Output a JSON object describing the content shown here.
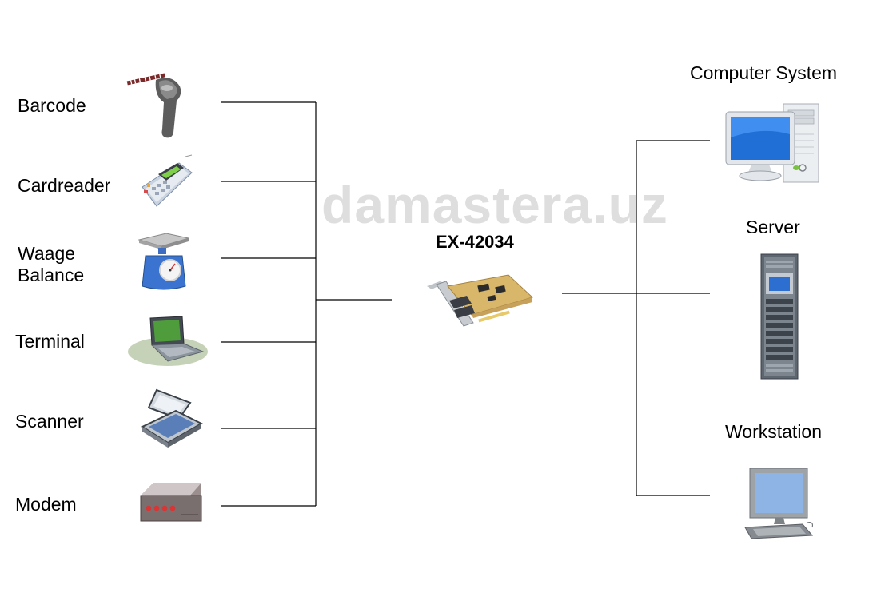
{
  "watermark": "damastera.uz",
  "center": {
    "title": "EX-42034"
  },
  "left_devices": [
    {
      "label_lines": [
        "Barcode"
      ],
      "icon": "barcode-scanner-icon"
    },
    {
      "label_lines": [
        "Cardreader"
      ],
      "icon": "card-reader-icon"
    },
    {
      "label_lines": [
        "Waage",
        "Balance"
      ],
      "icon": "scale-icon"
    },
    {
      "label_lines": [
        "Terminal"
      ],
      "icon": "terminal-icon"
    },
    {
      "label_lines": [
        "Scanner"
      ],
      "icon": "flatbed-scanner-icon"
    },
    {
      "label_lines": [
        "Modem"
      ],
      "icon": "modem-icon"
    }
  ],
  "right_devices": [
    {
      "label": "Computer System",
      "icon": "desktop-computer-icon"
    },
    {
      "label": "Server",
      "icon": "server-rack-icon"
    },
    {
      "label": "Workstation",
      "icon": "workstation-icon"
    }
  ],
  "card_icon": "pci-serial-card-icon"
}
